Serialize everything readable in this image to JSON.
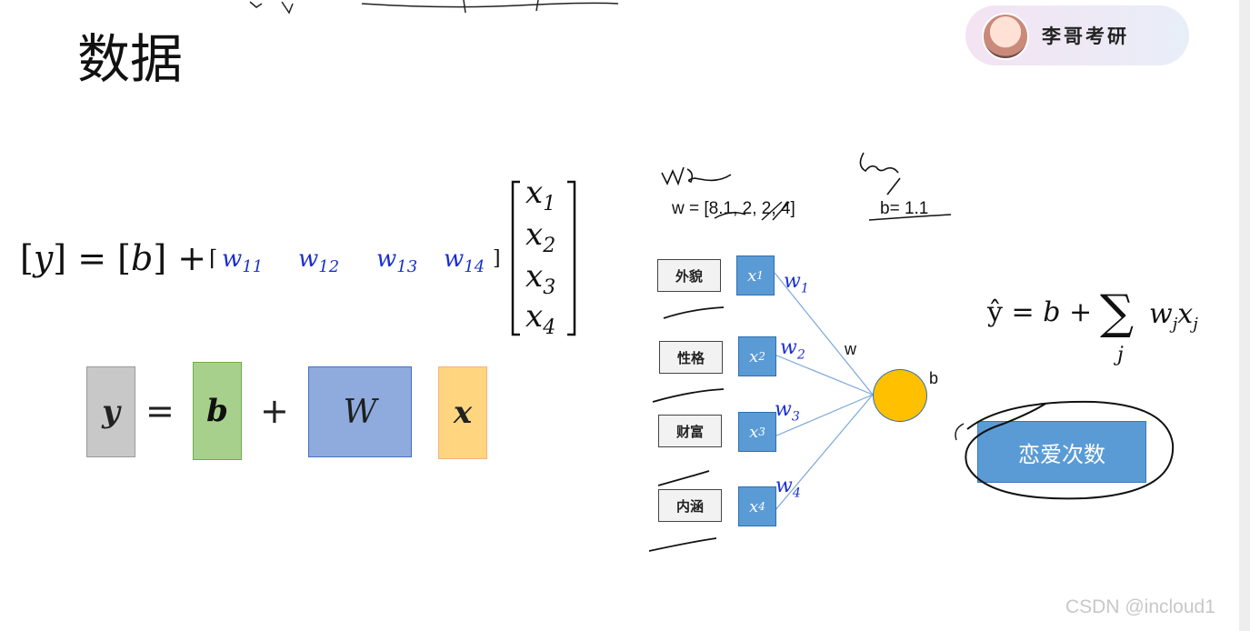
{
  "title": "数据",
  "badge": {
    "text": "李哥考研"
  },
  "equation": {
    "y": "y",
    "b": "b",
    "eq": "=",
    "plus": "+",
    "w_terms": [
      "w",
      "w",
      "w",
      "w"
    ],
    "w_subs": [
      "11",
      "12",
      "13",
      "14"
    ],
    "x_terms": [
      "x",
      "x",
      "x",
      "x"
    ],
    "x_subs": [
      "1",
      "2",
      "3",
      "4"
    ]
  },
  "boxes": {
    "y": "y",
    "eq": "=",
    "b": "b",
    "plus": "+",
    "W": "W",
    "x": "x"
  },
  "params": {
    "w_value": "w = [8.1, 2, 2, 4]",
    "b_value": "b= 1.1"
  },
  "network": {
    "features": [
      "外貌",
      "性格",
      "财富",
      "内涵"
    ],
    "x_labels": [
      "x",
      "x",
      "x",
      "x"
    ],
    "x_subs": [
      "1",
      "2",
      "3",
      "4"
    ],
    "w_labels": [
      "w",
      "w",
      "w",
      "w"
    ],
    "w_subs": [
      "1",
      "2",
      "3",
      "4"
    ],
    "edge_label": "w",
    "bias_label": "b",
    "output": "恋爱次数",
    "node_color": "#ffc000"
  },
  "formula": {
    "yhat": "ŷ",
    "eq": "=",
    "b": "b",
    "plus": "+",
    "sum": "∑",
    "sum_index": "j",
    "wj": "w",
    "wsub": "j",
    "xj": "x",
    "xsub": "j"
  },
  "watermark": "CSDN @incloud1"
}
